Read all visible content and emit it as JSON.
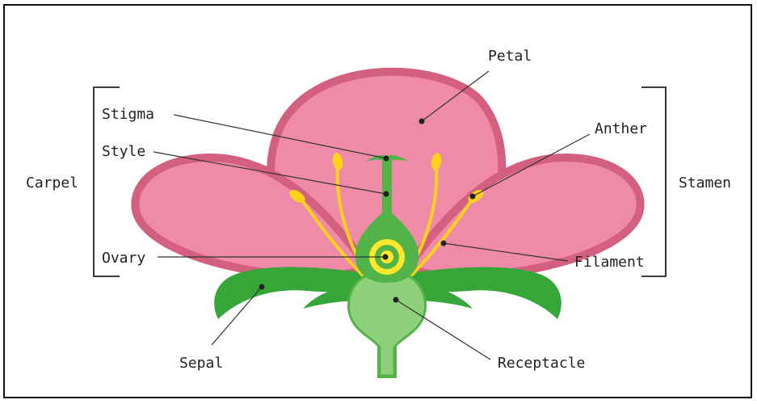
{
  "labels": {
    "petal": "Petal",
    "stigma": "Stigma",
    "style": "Style",
    "anther": "Anther",
    "carpel": "Carpel",
    "stamen": "Stamen",
    "ovary": "Ovary",
    "filament": "Filament",
    "sepal": "Sepal",
    "receptacle": "Receptacle"
  },
  "colors": {
    "petal_fill": "#ef8aa8",
    "petal_edge": "#d4607f",
    "sepal_dark": "#35a637",
    "carpel_light": "#8fd07a",
    "pistil_green": "#52b448",
    "stamen_yellow": "#ffd21a",
    "ovule_yellow": "#ffe82a",
    "text": "#222222",
    "leader_line": "#333333"
  }
}
